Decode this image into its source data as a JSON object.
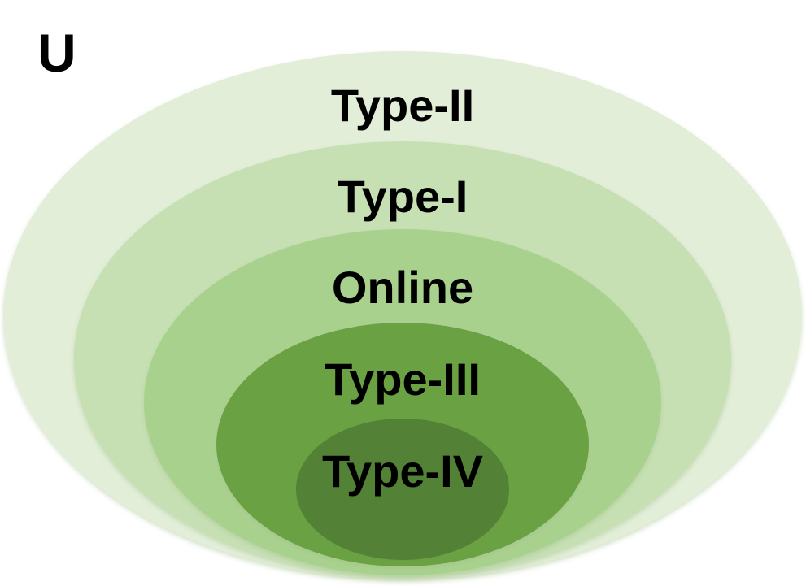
{
  "universe_label": "U",
  "sets": [
    {
      "label": "Type-II",
      "color": "#e2eed8"
    },
    {
      "label": "Type-I",
      "color": "#c6e0b4"
    },
    {
      "label": "Online",
      "color": "#a9d18e"
    },
    {
      "label": "Type-III",
      "color": "#6aa142"
    },
    {
      "label": "Type-IV",
      "color": "#538135"
    }
  ]
}
